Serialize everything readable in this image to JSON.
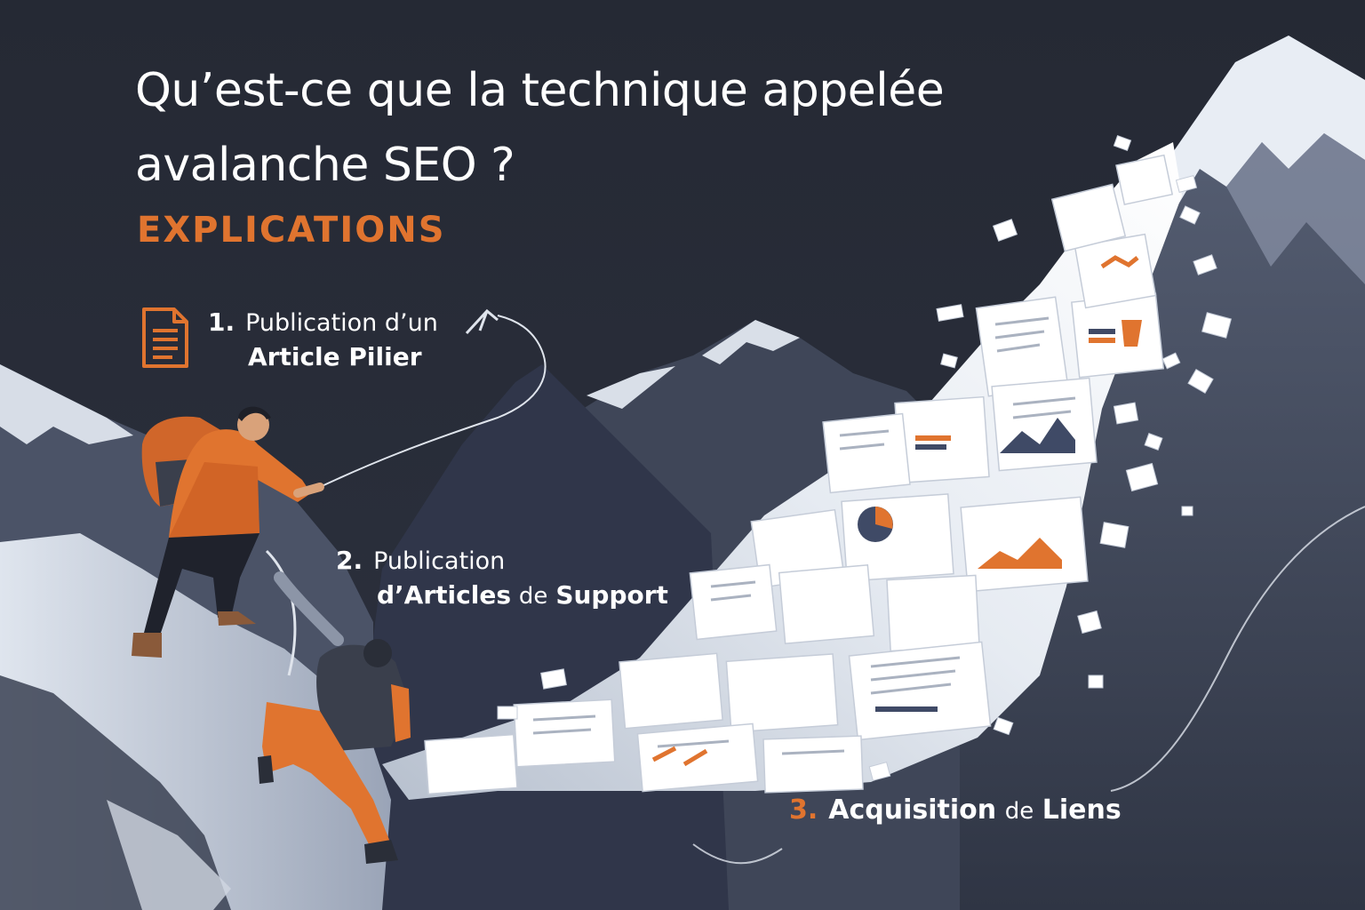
{
  "title": {
    "line1": "Qu’est-ce que la technique appelée",
    "line2": "avalanche SEO ?"
  },
  "subtitle": "EXPLICATIONS",
  "steps": [
    {
      "number": "1.",
      "line1": "Publication d’un",
      "line2_bold": "Article Pilier"
    },
    {
      "number": "2.",
      "line1": "Publication",
      "line2_bold_a": "d’Articles",
      "line2_light": "de",
      "line2_bold_b": "Support"
    },
    {
      "number": "3.",
      "bold_a": "Acquisition",
      "light": "de",
      "bold_b": "Liens"
    }
  ],
  "icons": {
    "step1": "document-icon"
  },
  "colors": {
    "background": "#262a35",
    "accent": "#e0742f",
    "text": "#ffffff",
    "snow": "#e9edf3",
    "rock": "#4a5165"
  }
}
